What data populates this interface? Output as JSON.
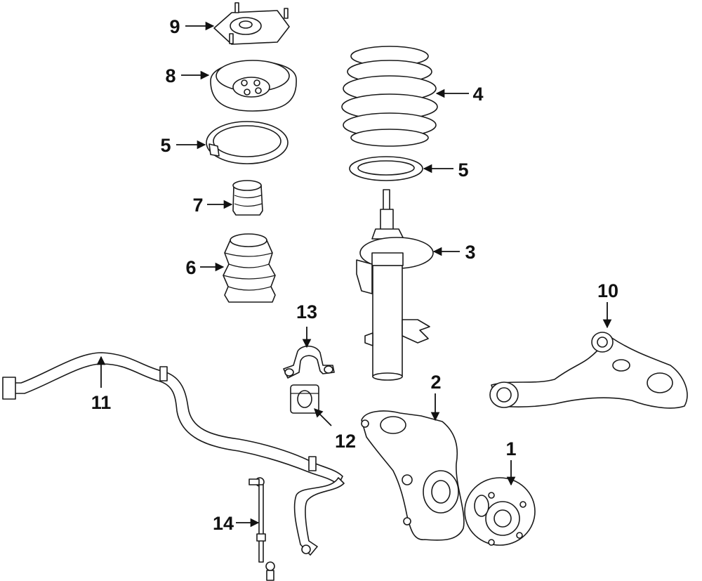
{
  "callouts": {
    "c1": "1",
    "c2": "2",
    "c3": "3",
    "c4": "4",
    "c5a": "5",
    "c5b": "5",
    "c6": "6",
    "c7": "7",
    "c8": "8",
    "c9": "9",
    "c10": "10",
    "c11": "11",
    "c12": "12",
    "c13": "13",
    "c14": "14"
  }
}
